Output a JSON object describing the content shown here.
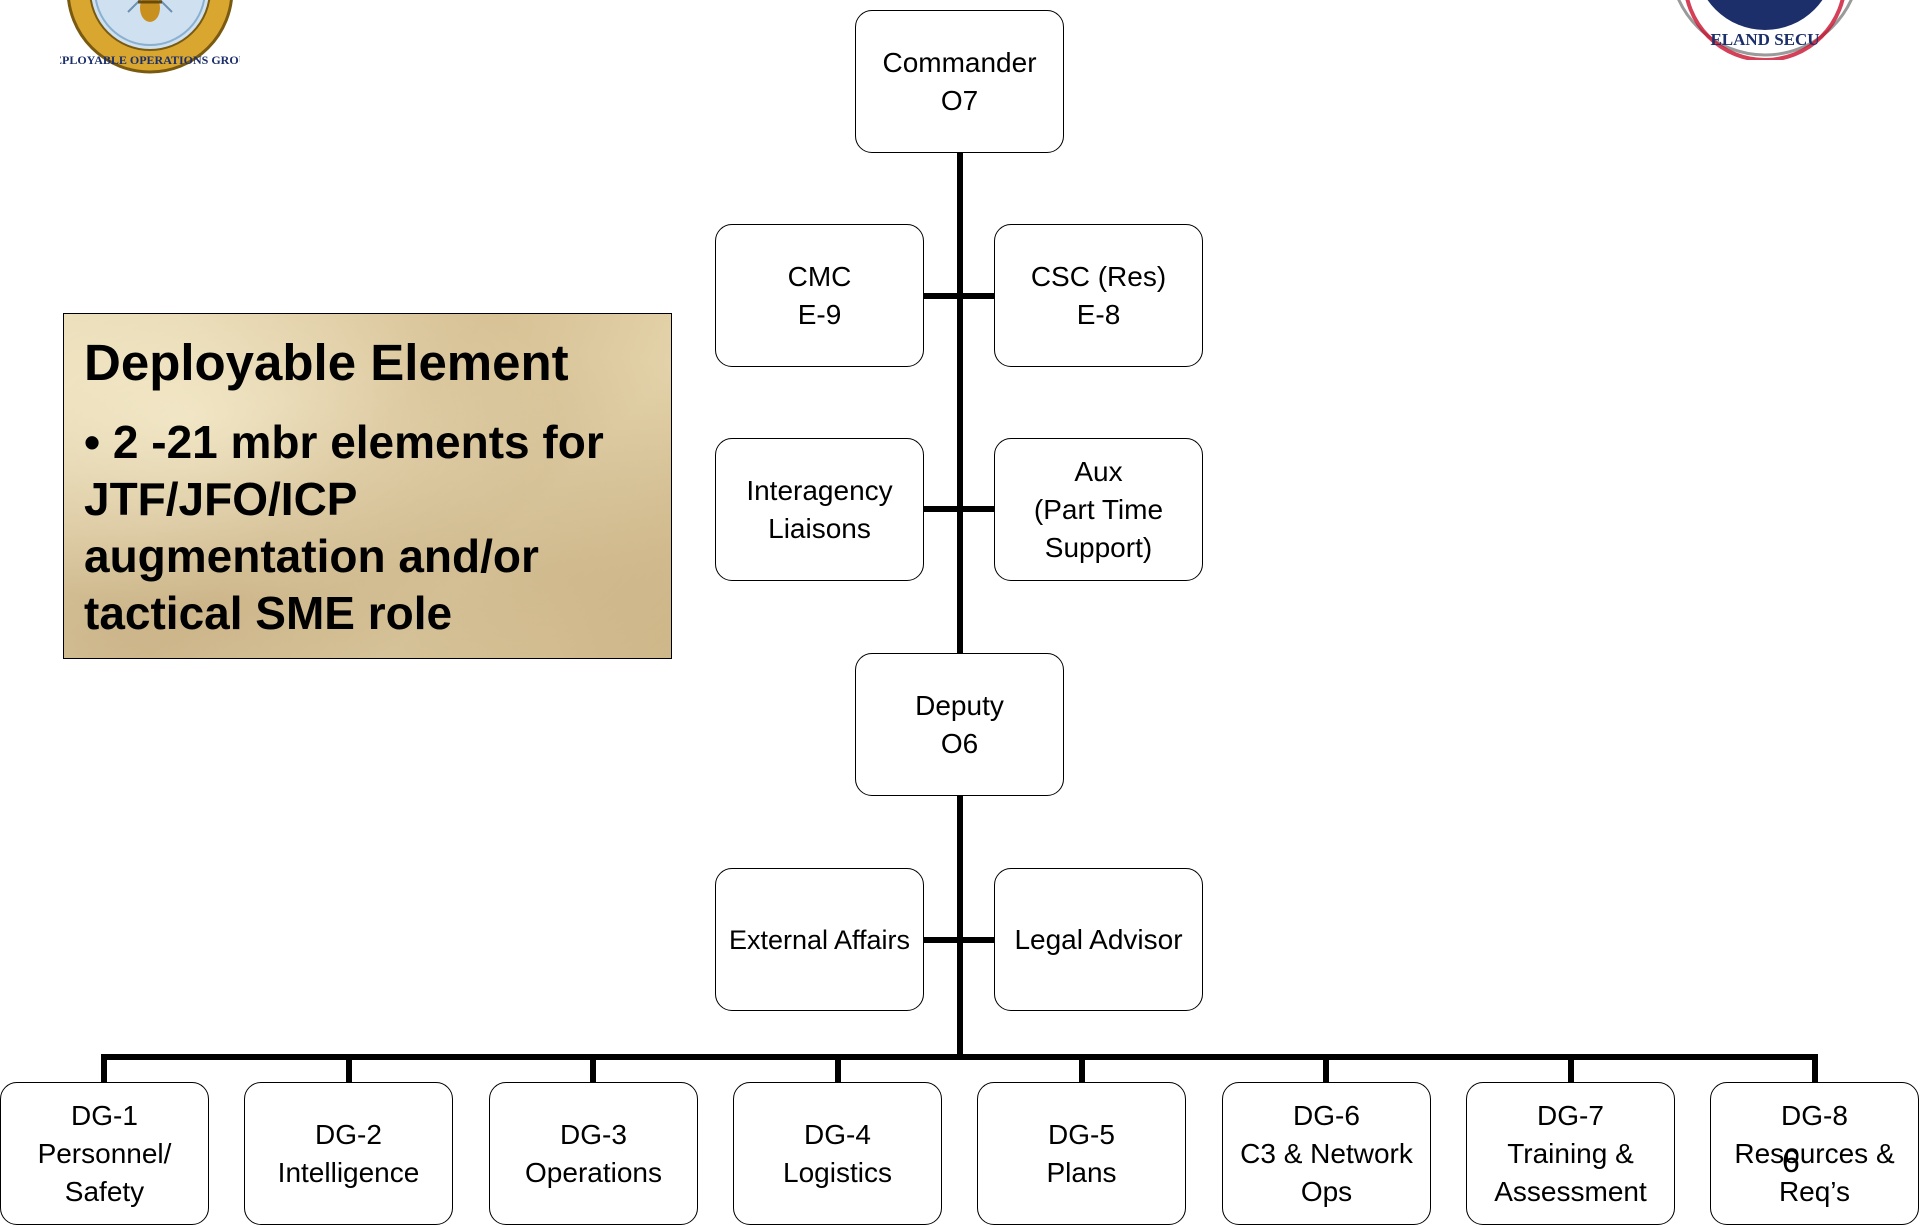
{
  "seals": {
    "left_seal_text": "DEPLOYABLE OPERATIONS GROUP",
    "right_seal_text": "HOMELAND SECURITY"
  },
  "info_panel": {
    "title": "Deployable Element",
    "bullet": "•   2 -21 mbr elements for JTF/JFO/ICP augmentation and/or tactical SME role"
  },
  "org_chart": {
    "commander": "Commander\nO7",
    "cmc": "CMC\nE-9",
    "csc": "CSC (Res)\nE-8",
    "interagency": "Interagency\nLiaisons",
    "aux": "Aux\n(Part Time\nSupport)",
    "deputy": "Deputy\nO6",
    "external_affairs": "External Affairs",
    "legal_advisor": "Legal Advisor",
    "directorates": [
      "DG-1\nPersonnel/\nSafety",
      "DG-2\nIntelligence",
      "DG-3\nOperations",
      "DG-4\nLogistics",
      "DG-5\nPlans",
      "DG-6\nC3 & Network\nOps",
      "DG-7\nTraining &\nAssessment",
      "DG-8\nResources &\nReq’s"
    ]
  },
  "page_number": "6"
}
